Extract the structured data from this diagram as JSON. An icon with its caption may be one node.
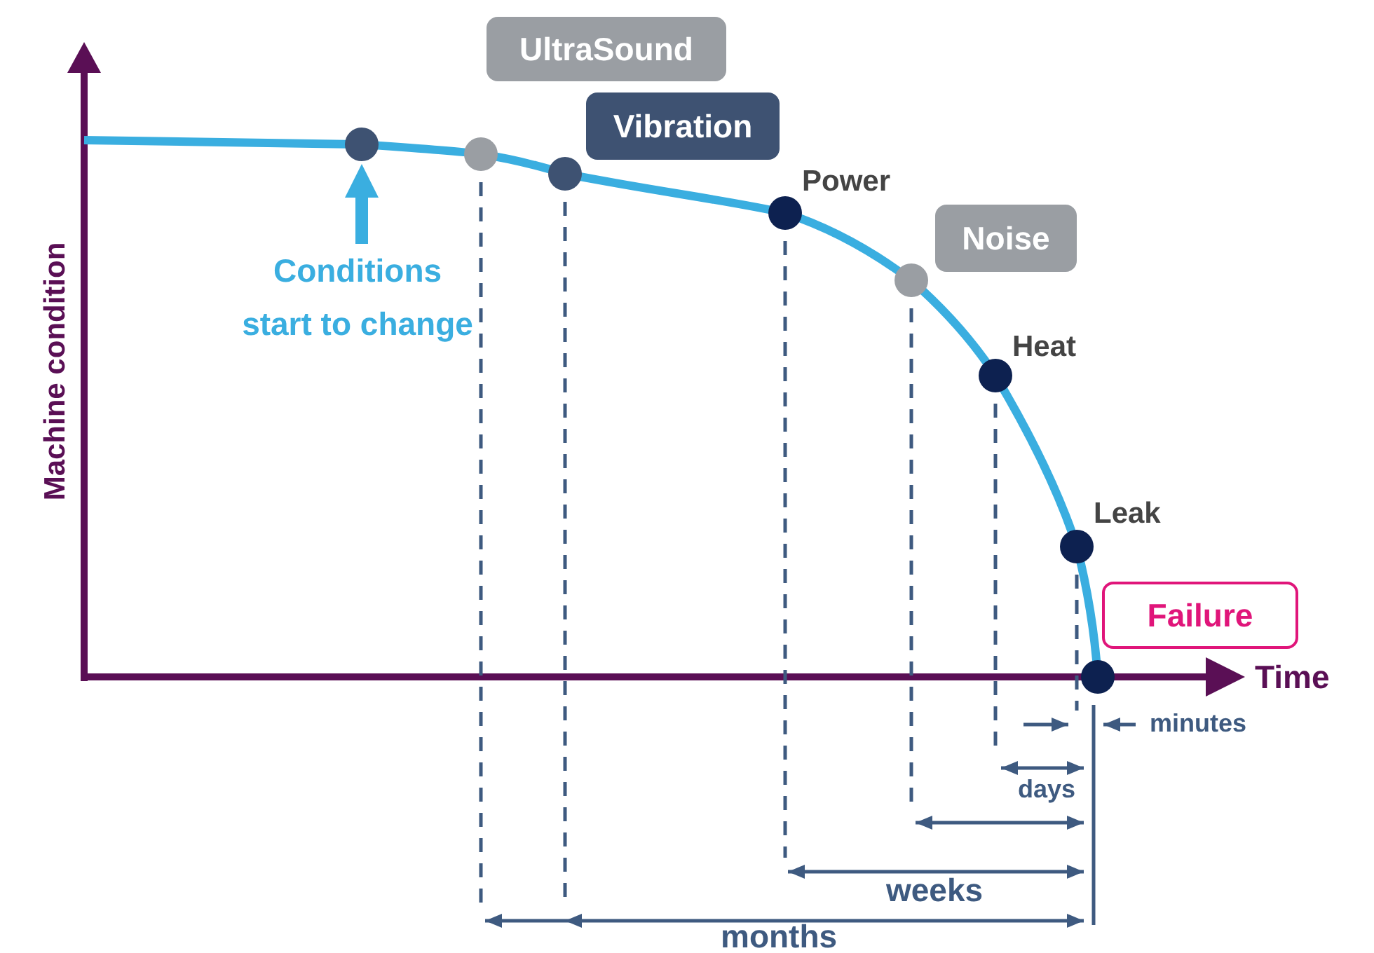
{
  "diagram": {
    "nodes": [
      {
        "text": [
          "UltraSound"
        ]
      },
      {
        "text": [
          "Vibration"
        ]
      },
      {
        "text": [
          "Noise"
        ]
      },
      {
        "text": [
          "Conditions start to change"
        ]
      },
      {
        "text": [
          "Failure"
        ]
      },
      {
        "text": [],
        "shape": "circle"
      },
      {
        "text": [],
        "shape": "circle"
      },
      {
        "text": [],
        "shape": "circle"
      },
      {
        "text": [],
        "shape": "circle"
      },
      {
        "text": [],
        "shape": "circle"
      },
      {
        "text": [],
        "shape": "circle"
      },
      {
        "text": [],
        "shape": "circle"
      },
      {
        "text": [],
        "shape": "circle"
      }
    ],
    "edges": [
      {
        "from": 3,
        "to": 5,
        "arrow": "to"
      }
    ],
    "labels": [
      "Power",
      "Heat",
      "Leak",
      "Machine condition",
      "Time",
      "minutes",
      "days",
      "weeks",
      "months"
    ]
  }
}
